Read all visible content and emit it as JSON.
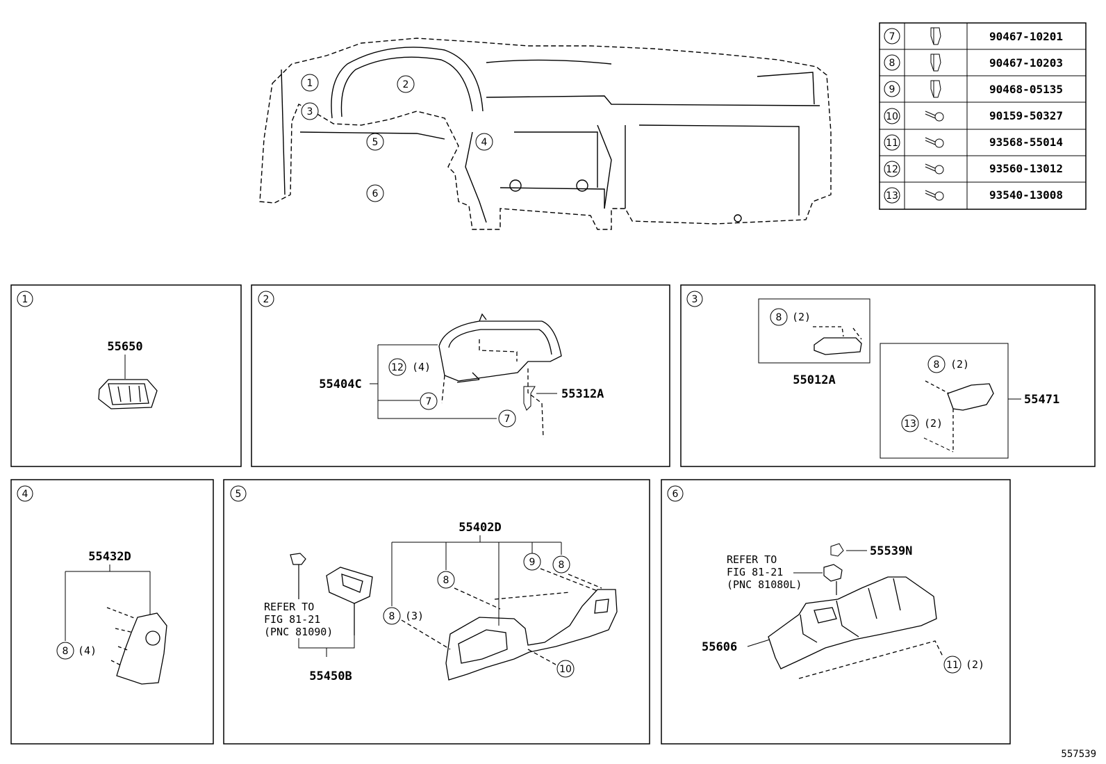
{
  "diagram_id": "557539",
  "fastener_table": [
    {
      "ref": "7",
      "part": "90467-10201",
      "icon": "clip-icon"
    },
    {
      "ref": "8",
      "part": "90467-10203",
      "icon": "clip-icon"
    },
    {
      "ref": "9",
      "part": "90468-05135",
      "icon": "clip-icon"
    },
    {
      "ref": "10",
      "part": "90159-50327",
      "icon": "screw-icon"
    },
    {
      "ref": "11",
      "part": "93568-55014",
      "icon": "screw-icon"
    },
    {
      "ref": "12",
      "part": "93560-13012",
      "icon": "screw-icon"
    },
    {
      "ref": "13",
      "part": "93540-13008",
      "icon": "screw-icon"
    }
  ],
  "overview": {
    "callouts": [
      "1",
      "2",
      "3",
      "4",
      "5",
      "6"
    ]
  },
  "panels": [
    {
      "id": "1",
      "parts": [
        "55650"
      ]
    },
    {
      "id": "2",
      "parts": [
        "55404C",
        "55312A"
      ],
      "notes": [
        "12",
        "(4)",
        "7",
        "7"
      ]
    },
    {
      "id": "3",
      "parts": [
        "55012A",
        "55471"
      ],
      "notes": [
        "8",
        "(2)",
        "8",
        "(2)",
        "13",
        "(2)"
      ]
    },
    {
      "id": "4",
      "parts": [
        "55432D"
      ],
      "notes": [
        "8",
        "(4)"
      ]
    },
    {
      "id": "5",
      "parts": [
        "55402D",
        "55450B"
      ],
      "notes": [
        "9",
        "8",
        "8",
        "8",
        "(3)",
        "10"
      ],
      "refer": [
        "REFER TO",
        "FIG 81-21",
        "(PNC 81090)"
      ]
    },
    {
      "id": "6",
      "parts": [
        "55539N",
        "55606"
      ],
      "notes": [
        "11",
        "(2)"
      ],
      "refer": [
        "REFER TO",
        "FIG 81-21",
        "(PNC 81080L)"
      ]
    }
  ]
}
